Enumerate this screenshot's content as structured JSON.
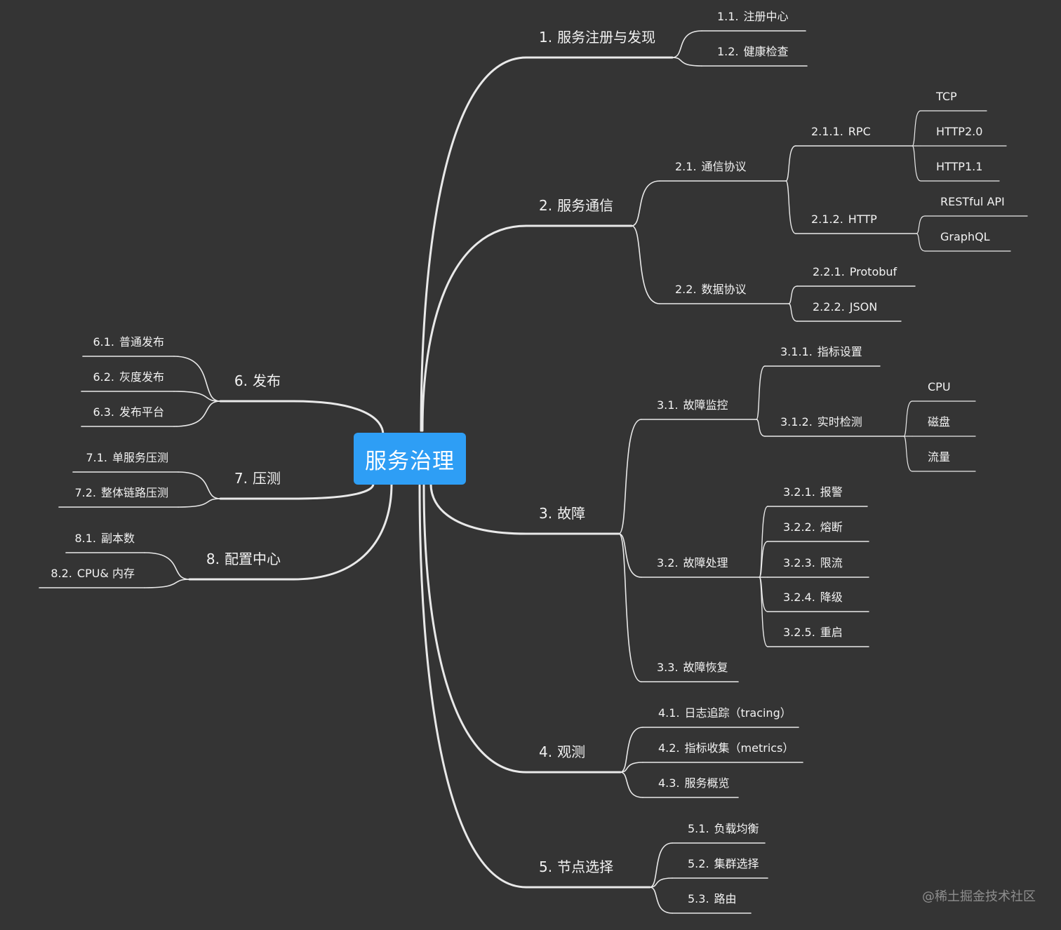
{
  "root": {
    "label": "服务治理",
    "color": "#2e9ef5"
  },
  "line_color": "#e9e9e9",
  "background": "#343434",
  "watermark": "@稀土掘金技术社区",
  "nodes": {
    "n1": {
      "num": "1.",
      "text": "服务注册与发现"
    },
    "n1_1": {
      "num": "1.1.",
      "text": "注册中心"
    },
    "n1_2": {
      "num": "1.2.",
      "text": "健康检查"
    },
    "n2": {
      "num": "2.",
      "text": "服务通信"
    },
    "n2_1": {
      "num": "2.1.",
      "text": "通信协议"
    },
    "n2_1_1": {
      "num": "2.1.1.",
      "text": "RPC"
    },
    "tcp": {
      "num": "",
      "text": "TCP"
    },
    "http2": {
      "num": "",
      "text": "HTTP2.0"
    },
    "http11": {
      "num": "",
      "text": "HTTP1.1"
    },
    "n2_1_2": {
      "num": "2.1.2.",
      "text": "HTTP"
    },
    "restful": {
      "num": "",
      "text": "RESTful API"
    },
    "graphql": {
      "num": "",
      "text": "GraphQL"
    },
    "n2_2": {
      "num": "2.2.",
      "text": "数据协议"
    },
    "n2_2_1": {
      "num": "2.2.1.",
      "text": "Protobuf"
    },
    "n2_2_2": {
      "num": "2.2.2.",
      "text": "JSON"
    },
    "n3": {
      "num": "3.",
      "text": "故障"
    },
    "n3_1": {
      "num": "3.1.",
      "text": "故障监控"
    },
    "n3_1_1": {
      "num": "3.1.1.",
      "text": "指标设置"
    },
    "n3_1_2": {
      "num": "3.1.2.",
      "text": "实时检测"
    },
    "cpu": {
      "num": "",
      "text": "CPU"
    },
    "disk": {
      "num": "",
      "text": "磁盘"
    },
    "flow": {
      "num": "",
      "text": "流量"
    },
    "n3_2": {
      "num": "3.2.",
      "text": "故障处理"
    },
    "n3_2_1": {
      "num": "3.2.1.",
      "text": "报警"
    },
    "n3_2_2": {
      "num": "3.2.2.",
      "text": "熔断"
    },
    "n3_2_3": {
      "num": "3.2.3.",
      "text": "限流"
    },
    "n3_2_4": {
      "num": "3.2.4.",
      "text": "降级"
    },
    "n3_2_5": {
      "num": "3.2.5.",
      "text": "重启"
    },
    "n3_3": {
      "num": "3.3.",
      "text": "故障恢复"
    },
    "n4": {
      "num": "4.",
      "text": "观测"
    },
    "n4_1": {
      "num": "4.1.",
      "text": "日志追踪（tracing）"
    },
    "n4_2": {
      "num": "4.2.",
      "text": "指标收集（metrics）"
    },
    "n4_3": {
      "num": "4.3.",
      "text": "服务概览"
    },
    "n5": {
      "num": "5.",
      "text": "节点选择"
    },
    "n5_1": {
      "num": "5.1.",
      "text": "负载均衡"
    },
    "n5_2": {
      "num": "5.2.",
      "text": "集群选择"
    },
    "n5_3": {
      "num": "5.3.",
      "text": "路由"
    },
    "n6": {
      "num": "6.",
      "text": "发布"
    },
    "n6_1": {
      "num": "6.1.",
      "text": "普通发布"
    },
    "n6_2": {
      "num": "6.2.",
      "text": "灰度发布"
    },
    "n6_3": {
      "num": "6.3.",
      "text": "发布平台"
    },
    "n7": {
      "num": "7.",
      "text": "压测"
    },
    "n7_1": {
      "num": "7.1.",
      "text": "单服务压测"
    },
    "n7_2": {
      "num": "7.2.",
      "text": "整体链路压测"
    },
    "n8": {
      "num": "8.",
      "text": "配置中心"
    },
    "n8_1": {
      "num": "8.1.",
      "text": "副本数"
    },
    "n8_2": {
      "num": "8.2.",
      "text": "CPU& 内存"
    }
  }
}
